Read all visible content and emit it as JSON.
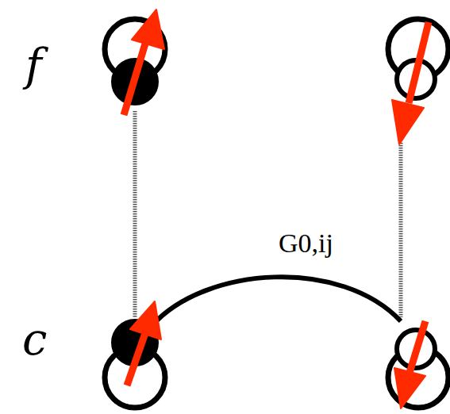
{
  "diagram": {
    "labels": [
      "f",
      "c",
      "G0,ij"
    ]
  }
}
